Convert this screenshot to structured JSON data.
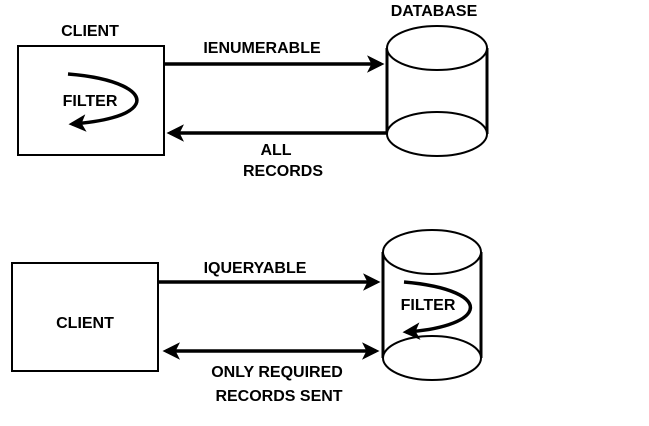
{
  "top": {
    "database_label": "DATABASE",
    "client_label": "CLIENT",
    "filter_label": "FILTER",
    "request_label": "IENUMERABLE",
    "response_label_line1": "ALL",
    "response_label_line2": "RECORDS"
  },
  "bottom": {
    "client_label": "CLIENT",
    "filter_label": "FILTER",
    "request_label": "IQUERYABLE",
    "response_label_line1": "ONLY REQUIRED",
    "response_label_line2": "RECORDS SENT"
  },
  "colors": {
    "stroke": "#000000",
    "background": "#ffffff"
  }
}
